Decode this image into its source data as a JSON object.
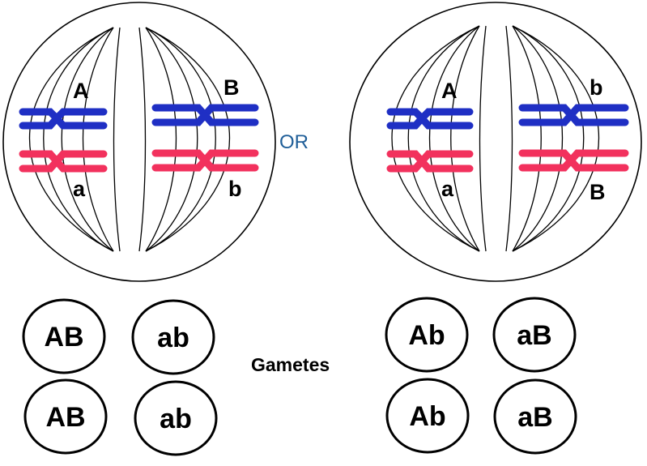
{
  "colors": {
    "background": "#ffffff",
    "outline": "#000000",
    "chromosome_blue": "#1f2fc4",
    "chromosome_red": "#f2315d",
    "or_text": "#1f5e98"
  },
  "left_cell": {
    "allele_top_left": "A",
    "allele_top_right": "B",
    "allele_bottom_left": "a",
    "allele_bottom_right": "b"
  },
  "right_cell": {
    "allele_top_left": "A",
    "allele_top_right": "b",
    "allele_bottom_left": "a",
    "allele_bottom_right": "B"
  },
  "or_label": "OR",
  "gametes_label": "Gametes",
  "left_gametes": [
    "AB",
    "ab",
    "AB",
    "ab"
  ],
  "right_gametes": [
    "Ab",
    "aB",
    "Ab",
    "aB"
  ]
}
